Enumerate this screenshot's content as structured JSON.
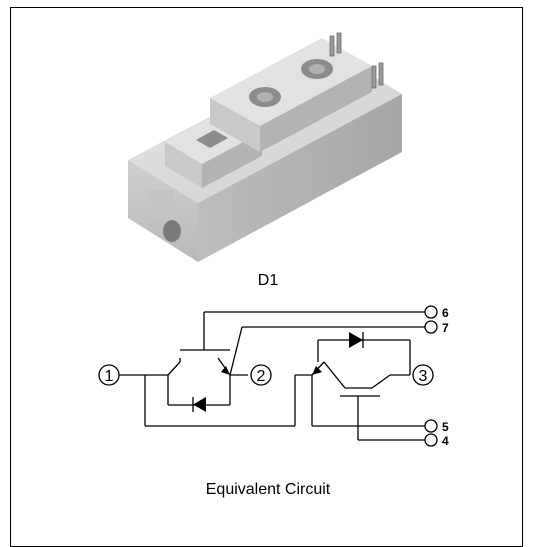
{
  "product_label": "D1",
  "circuit_caption": "Equivalent Circuit",
  "terminals": {
    "t1": "1",
    "t2": "2",
    "t3": "3",
    "t4": "4",
    "t5": "5",
    "t6": "6",
    "t7": "7"
  },
  "colors": {
    "line": "#000000",
    "module_body": "#d8d8d8",
    "module_shadow": "#a9a9a9",
    "terminal_pad": "#8c8c8c"
  }
}
